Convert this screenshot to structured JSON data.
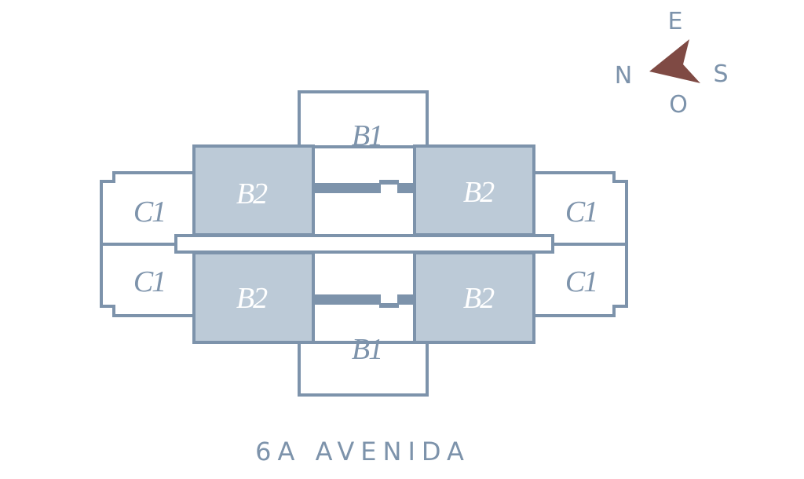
{
  "colors": {
    "outline": "#7d93ab",
    "fill_b2": "#bccad7",
    "label_dark": "#7d93ab",
    "label_light": "#ffffff",
    "arrow": "#7f4a44"
  },
  "compass": {
    "north": "N",
    "south": "S",
    "east": "E",
    "west": "O",
    "icon": "compass-arrow-icon"
  },
  "units": {
    "b1_top": "B1",
    "b1_bottom": "B1",
    "b2_top_left": "B2",
    "b2_top_right": "B2",
    "b2_bottom_left": "B2",
    "b2_bottom_right": "B2",
    "c1_top_left": "C1",
    "c1_top_right": "C1",
    "c1_bottom_left": "C1",
    "c1_bottom_right": "C1"
  },
  "street_label": "6A AVENIDA"
}
